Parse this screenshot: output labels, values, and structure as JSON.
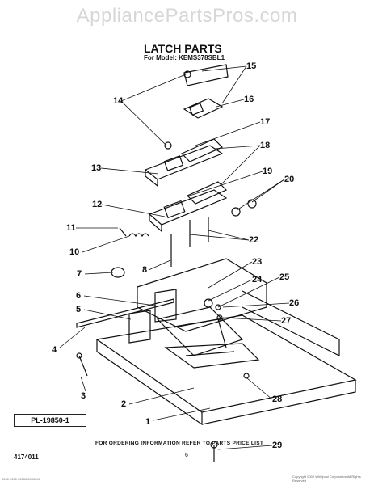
{
  "watermark": "AppliancePartsPros.com",
  "title": "LATCH PARTS",
  "subtitle": "For Model: KEMS378SBL1",
  "pl_code": "PL-19850-1",
  "doc_number": "4174011",
  "ordering_note": "FOR ORDERING INFORMATION REFER TO PARTS PRICE LIST",
  "page_number": "6",
  "footer_left": "0000 0000 00000 0000000",
  "footer_right": "Copyright 0000 Whirlpool Corporation All Rights Reserved",
  "callouts": [
    "1",
    "2",
    "3",
    "4",
    "5",
    "6",
    "7",
    "8",
    "10",
    "11",
    "12",
    "13",
    "14",
    "15",
    "16",
    "17",
    "18",
    "19",
    "20",
    "22",
    "23",
    "24",
    "25",
    "26",
    "27",
    "28",
    "29"
  ]
}
